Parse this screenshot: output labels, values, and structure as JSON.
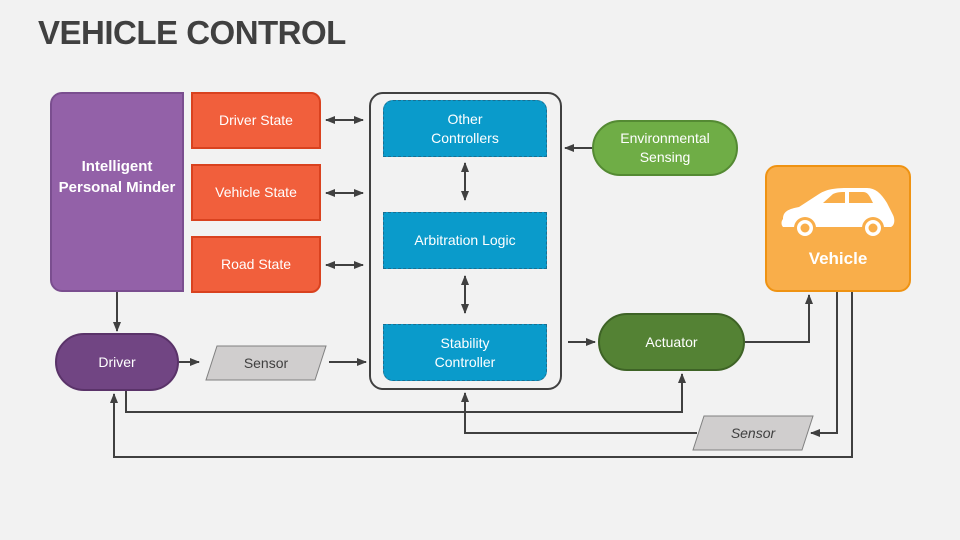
{
  "title": "VEHICLE CONTROL",
  "colors": {
    "purple": "#9361a8",
    "dark_purple": "#714583",
    "orange_red": "#f15f3c",
    "blue": "#0a9bcb",
    "green": "#6fad46",
    "dark_green": "#548234",
    "orange": "#f9ae4a",
    "sensor_gray": "#d0cece",
    "line": "#404040"
  },
  "nodes": {
    "intelligent_personal_minder": "Intelligent Personal Minder",
    "driver_state": "Driver State",
    "vehicle_state": "Vehicle State",
    "road_state": "Road State",
    "other_controllers": "Other Controllers",
    "arbitration_logic": "Arbitration Logic",
    "stability_controller": "Stability Controller",
    "environmental_sensing": "Environmental Sensing",
    "vehicle": "Vehicle",
    "vehicle_icon": "car-icon",
    "driver": "Driver",
    "sensor_left": "Sensor",
    "actuator": "Actuator",
    "sensor_right": "Sensor"
  }
}
